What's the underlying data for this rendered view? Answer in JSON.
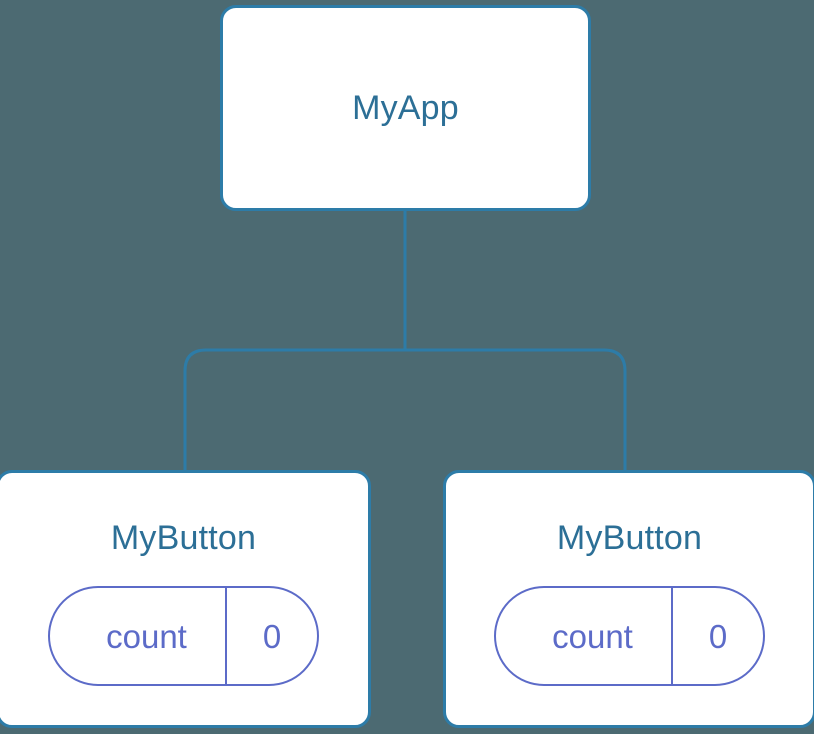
{
  "diagram": {
    "type": "component-tree",
    "background_color": "#4c6a72",
    "edge_color": "#2d7ca8",
    "card_border_color": "#2d7ca8",
    "title_color": "#2c6f96",
    "state_color": "#5c6bc8",
    "root": {
      "title": "MyApp"
    },
    "children": [
      {
        "title": "MyButton",
        "state": {
          "key": "count",
          "value": "0"
        }
      },
      {
        "title": "MyButton",
        "state": {
          "key": "count",
          "value": "0"
        }
      }
    ]
  }
}
